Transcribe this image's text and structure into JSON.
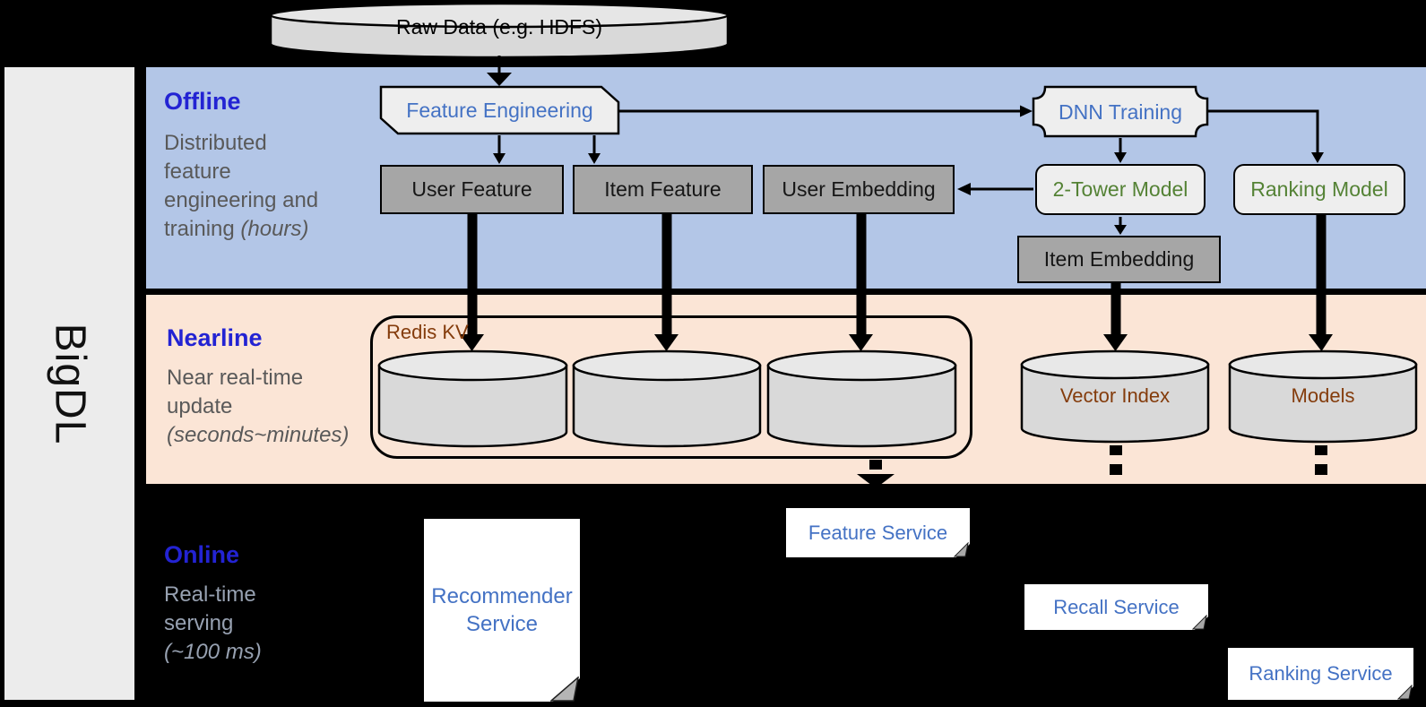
{
  "sidebar": {
    "brand": "BigDL"
  },
  "raw_data": {
    "label": "Raw Data (e.g. HDFS)"
  },
  "lanes": {
    "offline": {
      "title": "Offline",
      "subtitle": "Distributed feature engineering and training",
      "note": "(hours)"
    },
    "nearline": {
      "title": "Nearline",
      "subtitle": "Near real-time update",
      "note": "(seconds~minutes)"
    },
    "online": {
      "title": "Online",
      "subtitle": "Real-time serving",
      "note": "(~100 ms)"
    }
  },
  "offline_nodes": {
    "feature_engineering": "Feature Engineering",
    "dnn_training": "DNN Training",
    "user_feature": "User Feature",
    "item_feature": "Item Feature",
    "user_embedding": "User Embedding",
    "two_tower_model": "2-Tower Model",
    "ranking_model": "Ranking Model",
    "item_embedding": "Item Embedding"
  },
  "nearline_nodes": {
    "redis_kv": "Redis KV",
    "vector_index": "Vector Index",
    "models": "Models"
  },
  "online_nodes": {
    "recommender_service": "Recommender Service",
    "feature_service": "Feature Service",
    "recall_service": "Recall Service",
    "ranking_service": "Ranking Service"
  },
  "colors": {
    "background": "#000000",
    "sidebar": "#ececec",
    "offline_band": "#b3c6e7",
    "nearline_band": "#fbe5d6",
    "lane_title_blue": "#2323d3",
    "node_text_blue": "#4472c4",
    "node_text_green": "#548235",
    "storage_text_brown": "#843c0c",
    "dark_node_fill": "#a6a6a6",
    "light_node_fill": "#eeeeee",
    "cylinder_fill": "#d9d9d9"
  }
}
